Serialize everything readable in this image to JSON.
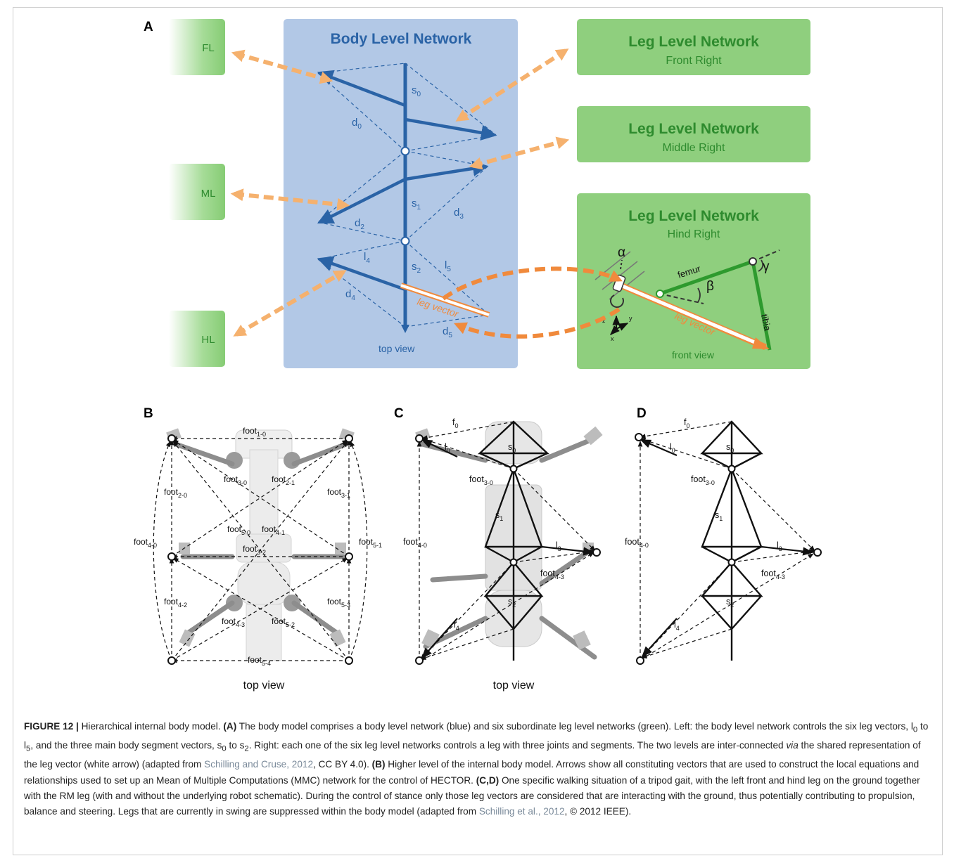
{
  "panelA": {
    "letter": "A",
    "body_title": "Body Level Network",
    "left_boxes": [
      "FL",
      "ML",
      "HL"
    ],
    "right_boxes": [
      {
        "title": "Leg Level Network",
        "subtitle": "Front Right"
      },
      {
        "title": "Leg Level Network",
        "subtitle": "Middle Right"
      },
      {
        "title": "Leg Level Network",
        "subtitle": "Hind Right"
      }
    ],
    "labels": {
      "s0": "s",
      "s0_sub": "0",
      "s1": "s",
      "s1_sub": "1",
      "s2": "s",
      "s2_sub": "2",
      "d0": "d",
      "d0_sub": "0",
      "d2": "d",
      "d2_sub": "2",
      "d3": "d",
      "d3_sub": "3",
      "d4": "d",
      "d4_sub": "4",
      "d5": "d",
      "d5_sub": "5",
      "l4": "l",
      "l4_sub": "4",
      "l5": "l",
      "l5_sub": "5",
      "leg_vector": "leg vector",
      "top_view": "top view"
    },
    "hind": {
      "alpha": "α",
      "beta": "β",
      "gamma": "γ",
      "femur": "femur",
      "tibia": "tibia",
      "leg_vector": "leg vector",
      "front_view": "front view",
      "z": "z",
      "y": "y",
      "x": "x"
    },
    "colors": {
      "body_panel": "#b2c8e6",
      "blue": "#2a63a6",
      "green_box": "#8fcf7e",
      "green_text": "#2e8b2e",
      "orange": "#f08a3c",
      "orange_light": "#f5b16e"
    }
  },
  "panelB": {
    "letter": "B",
    "labels": [
      {
        "t": "foot",
        "s": "1-0"
      },
      {
        "t": "foot",
        "s": "2-0"
      },
      {
        "t": "foot",
        "s": "3-0"
      },
      {
        "t": "foot",
        "s": "2-1"
      },
      {
        "t": "foot",
        "s": "3-1"
      },
      {
        "t": "foot",
        "s": "5-0"
      },
      {
        "t": "foot",
        "s": "4-1"
      },
      {
        "t": "foot",
        "s": "4-0"
      },
      {
        "t": "foot",
        "s": "3-2"
      },
      {
        "t": "foot",
        "s": "5-1"
      },
      {
        "t": "foot",
        "s": "4-2"
      },
      {
        "t": "foot",
        "s": "5-3"
      },
      {
        "t": "foot",
        "s": "4-3"
      },
      {
        "t": "foot",
        "s": "5-2"
      },
      {
        "t": "foot",
        "s": "5-4"
      }
    ],
    "view": "top view"
  },
  "panelC": {
    "letter": "C",
    "labels": [
      {
        "t": "f",
        "s": "0"
      },
      {
        "t": "l",
        "s": "0"
      },
      {
        "t": "s",
        "s": "0"
      },
      {
        "t": "foot",
        "s": "3-0"
      },
      {
        "t": "s",
        "s": "1"
      },
      {
        "t": "foot",
        "s": "4-0"
      },
      {
        "t": "l",
        "s": "3"
      },
      {
        "t": "foot",
        "s": "4-3"
      },
      {
        "t": "s",
        "s": "2"
      },
      {
        "t": "l",
        "s": "4"
      }
    ],
    "view": "top view"
  },
  "panelD": {
    "letter": "D",
    "labels": [
      {
        "t": "f",
        "s": "0"
      },
      {
        "t": "l",
        "s": "0"
      },
      {
        "t": "s",
        "s": "0"
      },
      {
        "t": "foot",
        "s": "3-0"
      },
      {
        "t": "s",
        "s": "1"
      },
      {
        "t": "foot",
        "s": "4-0"
      },
      {
        "t": "l",
        "s": "3"
      },
      {
        "t": "foot",
        "s": "4-3"
      },
      {
        "t": "s",
        "s": "2"
      },
      {
        "t": "l",
        "s": "4"
      }
    ]
  },
  "caption": {
    "figure_label": "FIGURE 12 | ",
    "intro": "Hierarchical internal body model. ",
    "a_tag": "(A)",
    "a_text_1": " The body model comprises a body level network (blue) and six subordinate leg level networks (green). Left: the body level network controls the six leg vectors, l",
    "l0": "0",
    "to1": " to l",
    "l5": "5",
    "a_text_2": ", and the three main body segment vectors, s",
    "s0": "0",
    "to2": " to s",
    "s2": "2",
    "a_text_3": ". Right: each one of the six leg level networks controls a leg with three joints and segments. The two levels are inter-connected ",
    "via": "via",
    "a_text_4": " the shared representation of the leg vector (white arrow) (adapted from ",
    "ref1": "Schilling and Cruse, 2012",
    "a_text_5": ", CC BY 4.0). ",
    "b_tag": "(B)",
    "b_text": " Higher level of the internal body model. Arrows show all constituting vectors that are used to construct the local equations and relationships used to set up an Mean of Multiple Computations (MMC) network for the control of HECTOR. ",
    "cd_tag": "(C,D)",
    "cd_text_1": " One specific walking situation of a tripod gait, with the left front and hind leg on the ground together with the RM leg (with and without the underlying robot schematic). During the control of stance only those leg vectors are considered that are interacting with the ground, thus potentially contributing to propulsion, balance and steering. Legs that are currently in swing are suppressed within the body model (adapted from ",
    "ref2": "Schilling et al., 2012",
    "cd_text_2": ", © 2012 IEEE)."
  }
}
